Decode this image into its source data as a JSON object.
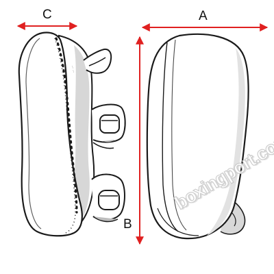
{
  "dimensions": {
    "width_label": "A",
    "length_label": "B",
    "depth_label": "C",
    "arrow_color": "#e02020"
  },
  "product": {
    "left_view": "side-profile",
    "right_view": "front-face"
  },
  "watermark": {
    "text": "boxingport.com"
  }
}
